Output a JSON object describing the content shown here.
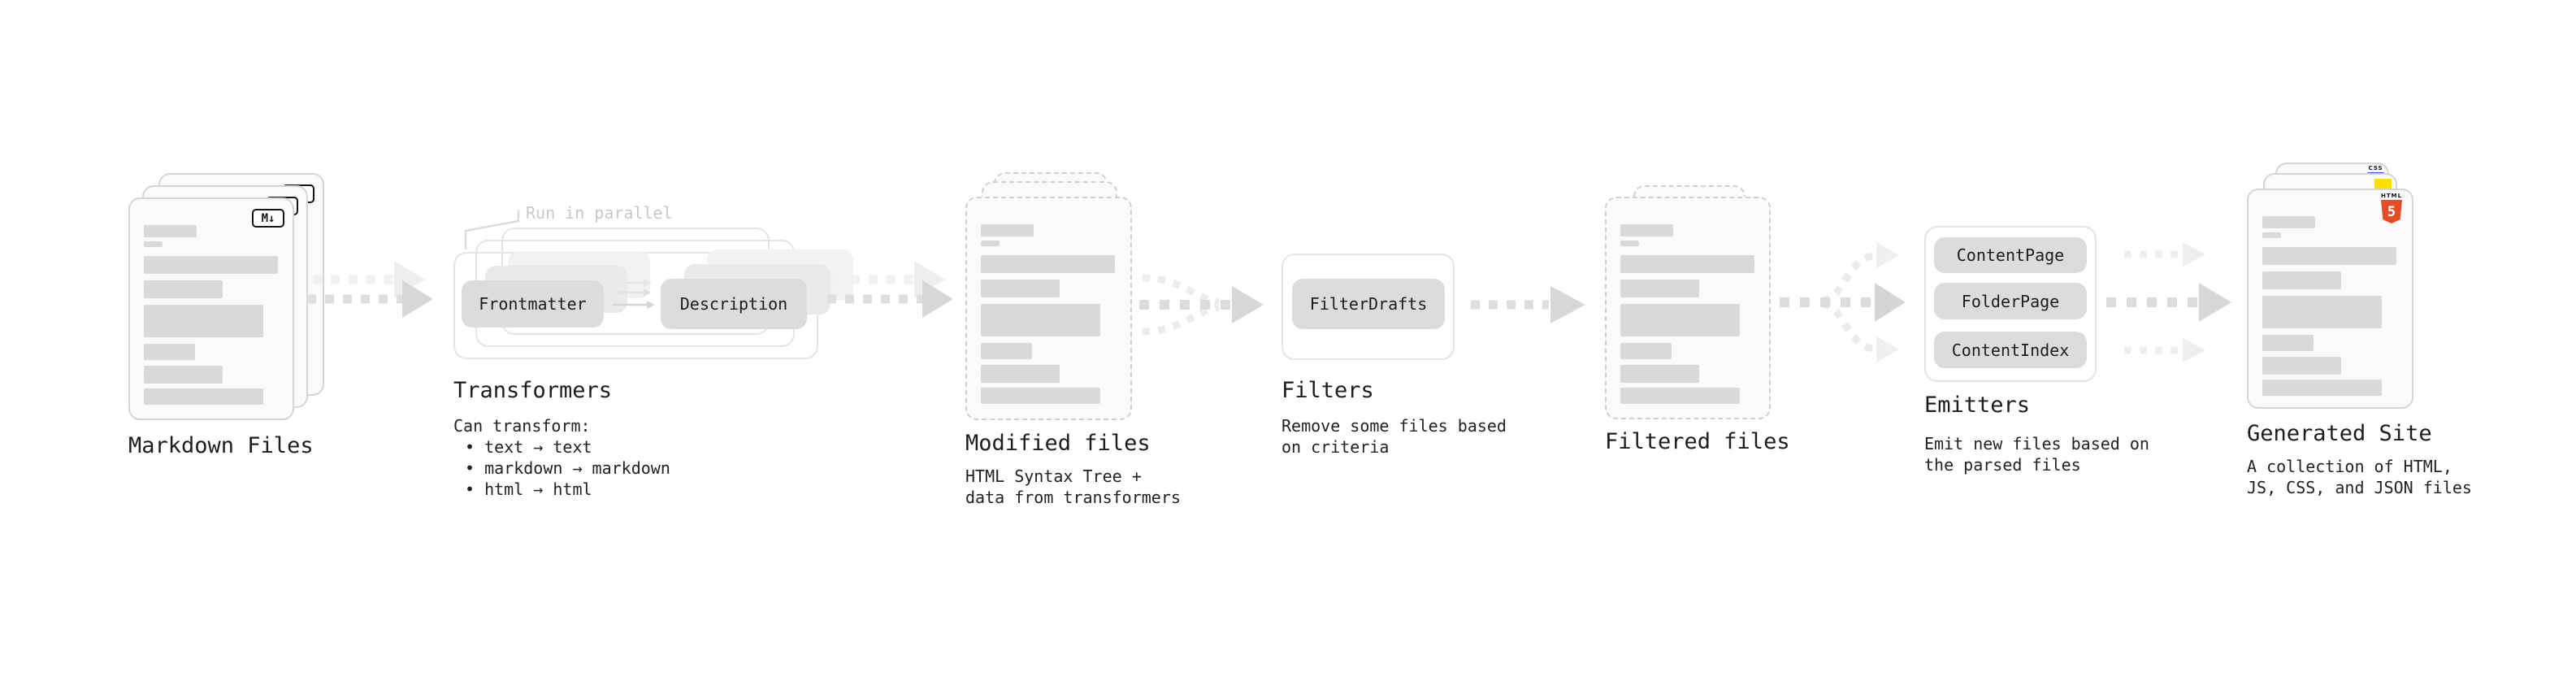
{
  "diagram": {
    "markdown_files": {
      "title": "Markdown Files",
      "badge": "M↓"
    },
    "transformers": {
      "note": "Run in parallel",
      "box_frontmatter": "Frontmatter",
      "box_description": "Description",
      "title": "Transformers",
      "caption": "Can transform:",
      "bullets": [
        "• text → text",
        "• markdown → markdown",
        "• html → html"
      ]
    },
    "modified_files": {
      "title": "Modified files",
      "caption_lines": [
        "HTML Syntax Tree +",
        "data from transformers"
      ]
    },
    "filters": {
      "box": "FilterDrafts",
      "title": "Filters",
      "caption_lines": [
        "Remove some files based",
        "on criteria"
      ]
    },
    "filtered_files": {
      "title": "Filtered files"
    },
    "emitters": {
      "boxes": [
        "ContentPage",
        "FolderPage",
        "ContentIndex"
      ],
      "title": "Emitters",
      "caption_lines": [
        "Emit new files based on",
        "the parsed files"
      ]
    },
    "generated_site": {
      "title": "Generated Site",
      "caption_lines": [
        "A collection of HTML,",
        "JS, CSS, and JSON files"
      ],
      "badges": {
        "html": "HTML",
        "html_number": "5",
        "css": "CSS"
      }
    },
    "colors": {
      "card_fill": "#fafafa",
      "card_border": "#d5d5d5",
      "placeholder_bar": "#d9d9d9",
      "pill_fill": "#dcdcdc",
      "outline": "#e5e5e5",
      "arrow": "#dcdcdc",
      "arrow_head": "#d7d7d7",
      "arrow_echo": "#f0f0f0",
      "text": "#1d1d1d",
      "note_text": "#c8c8c8",
      "html5_orange": "#e44d26",
      "js_yellow": "#ffdf00",
      "css_blue": "#2a65f1"
    }
  }
}
